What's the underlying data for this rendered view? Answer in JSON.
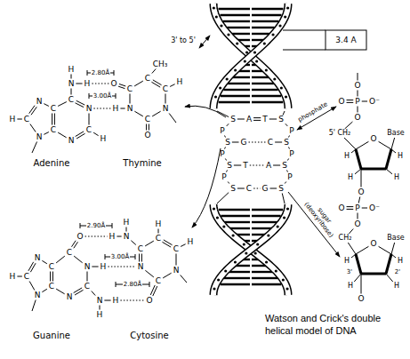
{
  "diagram": {
    "caption": "Watson and Crick's double helical model of DNA",
    "labels": [
      "3' to 5'",
      "3.4 A",
      "S",
      "A",
      "T",
      "S",
      "P",
      "P",
      "S",
      "G",
      "C",
      "S",
      "P",
      "P",
      "S",
      "T",
      "A",
      "S",
      "P",
      "P",
      "S",
      "C",
      "G",
      "S",
      "phosphate",
      "sugar (deoxyribose)",
      "H",
      "N",
      "H",
      "C",
      "N",
      "C",
      "H",
      "N",
      "C",
      "C",
      "N",
      "C",
      "H",
      "N",
      "2.80Å",
      "3.00Å",
      "O",
      "C",
      "C",
      "CH₃",
      "C",
      "H",
      "N",
      "C",
      "O",
      "N",
      "H",
      "Adenine",
      "Thymine",
      "O",
      "C",
      "N",
      "H",
      "C",
      "N",
      "H",
      "H",
      "N",
      "C",
      "C",
      "N",
      "C",
      "H",
      "N",
      "H",
      "N",
      "H",
      "C",
      "C",
      "H",
      "C",
      "H",
      "N",
      "C",
      "O",
      "N",
      "2.90Å",
      "3.00Å",
      "2.80Å",
      "Guanine",
      "Cytosine",
      "O",
      "O",
      "P",
      "O⁻",
      "O",
      "5' CH₂",
      "O",
      "Base",
      "H",
      "H",
      "H",
      "H",
      "O",
      "O",
      "P",
      "O⁻",
      "O",
      "CH₂",
      "O",
      "Base",
      "H",
      "H",
      "3'",
      "2'",
      "H",
      "H",
      "O"
    ]
  }
}
